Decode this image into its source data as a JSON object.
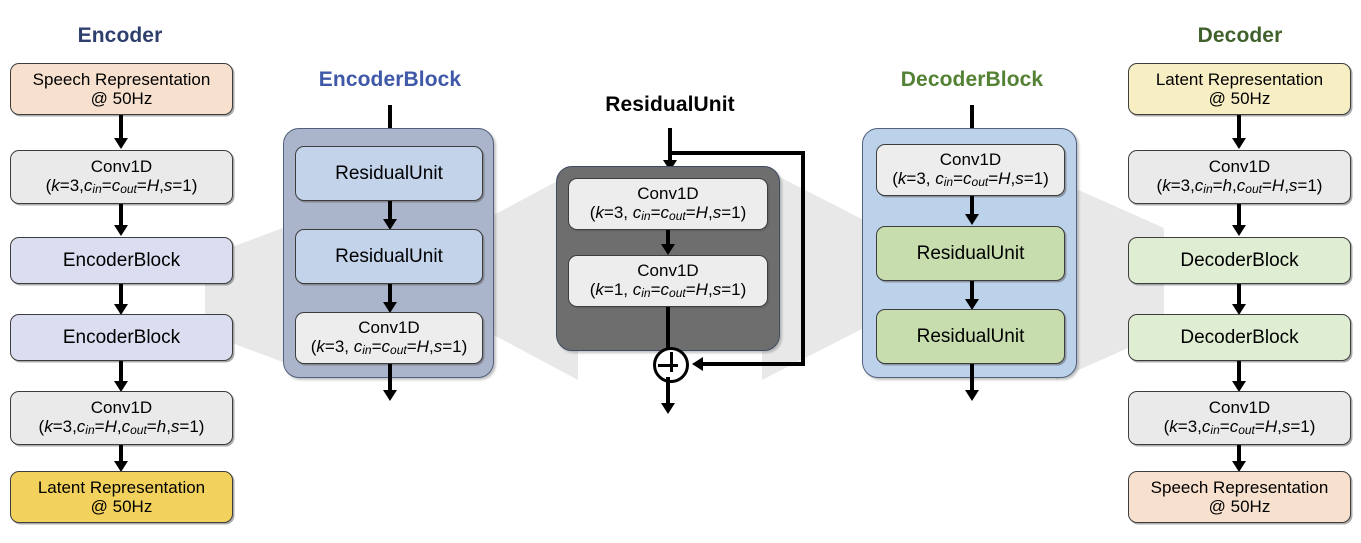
{
  "diagram": {
    "title": "Speech codec encoder-decoder architecture",
    "colors": {
      "encoder_title": "#2e3f6e",
      "decoder_title": "#41612c",
      "encoderblock_title": "#4058a8",
      "decoderblock_title": "#548235",
      "residualunit_title": "#000000",
      "speech_box": "#f7e1ce",
      "latent_box": "#f2d25c",
      "latent_box_decoder": "#f7eec3",
      "conv_box": "#eaeaea",
      "encoderblock_box": "#dadef0",
      "decoderblock_box": "#dfeed2",
      "residual_box_blue": "#c2d3ea",
      "residual_box_green": "#c7ddad",
      "panel_encoderblock": "#aab4cb",
      "panel_residualunit": "#6e6e6e",
      "panel_decoderblock": "#bcd2ea",
      "funnel": "#e8e8e8"
    }
  },
  "encoder": {
    "title": "Encoder",
    "nodes": [
      {
        "id": "speech-in",
        "line1": "Speech Representation",
        "line2": "@ 50Hz"
      },
      {
        "id": "conv-in",
        "line1": "Conv1D",
        "line2": "(k=3,cin=cout=H,s=1)"
      },
      {
        "id": "encblock-1",
        "line1": "EncoderBlock",
        "line2": ""
      },
      {
        "id": "encblock-2",
        "line1": "EncoderBlock",
        "line2": ""
      },
      {
        "id": "conv-out",
        "line1": "Conv1D",
        "line2": "(k=3,cin=H,cout=h,s=1)"
      },
      {
        "id": "latent-out",
        "line1": "Latent Representation",
        "line2": "@ 50Hz"
      }
    ]
  },
  "encoder_block": {
    "title": "EncoderBlock",
    "nodes": [
      {
        "id": "res-1",
        "line1": "ResidualUnit",
        "line2": ""
      },
      {
        "id": "res-2",
        "line1": "ResidualUnit",
        "line2": ""
      },
      {
        "id": "conv",
        "line1": "Conv1D",
        "line2": "(k=3, cin=cout=H,s=1)"
      }
    ]
  },
  "residual_unit": {
    "title": "ResidualUnit",
    "nodes": [
      {
        "id": "conv-k3",
        "line1": "Conv1D",
        "line2": "(k=3, cin=cout=H,s=1)"
      },
      {
        "id": "conv-k1",
        "line1": "Conv1D",
        "line2": "(k=1, cin=cout=H,s=1)"
      }
    ],
    "skip_connection": "residual skip from input to sum node",
    "sum_symbol": "+"
  },
  "decoder_block": {
    "title": "DecoderBlock",
    "nodes": [
      {
        "id": "conv",
        "line1": "Conv1D",
        "line2": "(k=3, cin=cout=H,s=1)"
      },
      {
        "id": "res-1",
        "line1": "ResidualUnit",
        "line2": ""
      },
      {
        "id": "res-2",
        "line1": "ResidualUnit",
        "line2": ""
      }
    ]
  },
  "decoder": {
    "title": "Decoder",
    "nodes": [
      {
        "id": "latent-in",
        "line1": "Latent Representation",
        "line2": "@ 50Hz"
      },
      {
        "id": "conv-in",
        "line1": "Conv1D",
        "line2": "(k=3,cin=h,cout=H,s=1)"
      },
      {
        "id": "decblock-1",
        "line1": "DecoderBlock",
        "line2": ""
      },
      {
        "id": "decblock-2",
        "line1": "DecoderBlock",
        "line2": ""
      },
      {
        "id": "conv-out",
        "line1": "Conv1D",
        "line2": "(k=3,cin=cout=H,s=1)"
      },
      {
        "id": "speech-out",
        "line1": "Speech Representation",
        "line2": "@ 50Hz"
      }
    ]
  }
}
